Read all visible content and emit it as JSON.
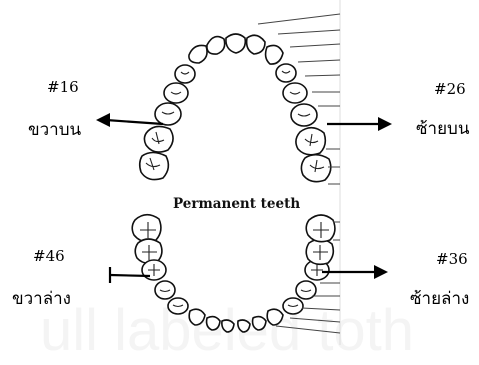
{
  "title": "Permanent teeth",
  "labels": {
    "upper_right_num": "#16",
    "upper_right_text": "ขวาบน",
    "upper_left_num": "#26",
    "upper_left_text": "ซ้ายบน",
    "lower_right_num": "#46",
    "lower_right_text": "ขวาล่าง",
    "lower_left_num": "#36",
    "lower_left_text": "ซ้ายล่าง"
  },
  "watermark": "ull labeled toth"
}
